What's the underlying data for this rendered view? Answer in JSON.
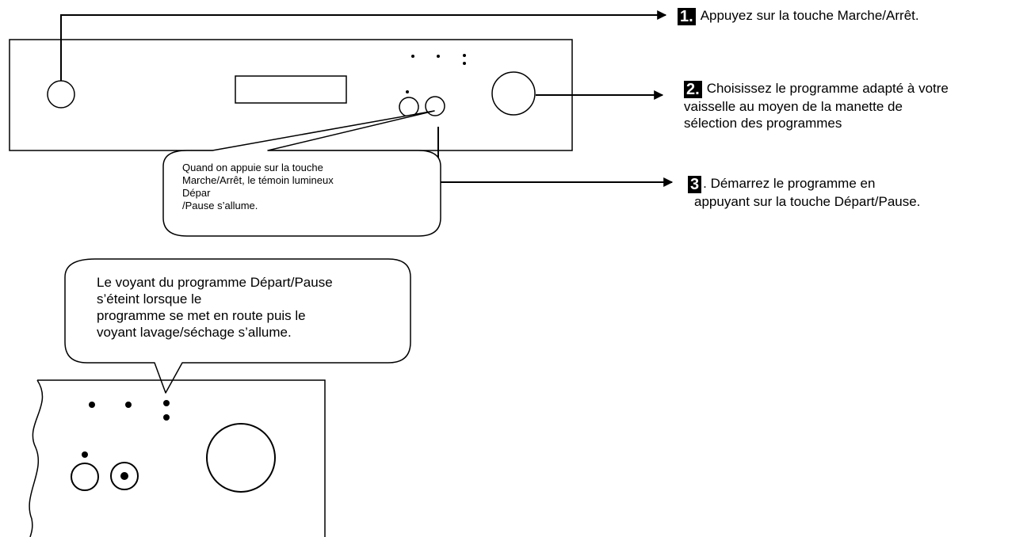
{
  "steps": [
    {
      "number": "1.",
      "lines": [
        "Appuyez sur la touche Marche/Arrêt."
      ]
    },
    {
      "number": "2.",
      "lines": [
        "Choisissez le programme adapté à votre",
        "vaisselle au moyen de la manette de",
        "sélection des programmes"
      ]
    },
    {
      "number": "3",
      "lines": [
        ". Démarrez le programme en",
        "appuyant sur la touche Départ/Pause."
      ]
    }
  ],
  "callouts": {
    "start_light": [
      "Quand on appuie sur la touche",
      "Marche/Arrêt, le témoin lumineux",
      "Dépar",
      "/Pause s’allume."
    ],
    "program_light": [
      "Le voyant du programme Départ/Pause",
      "s’éteint lorsque le",
      "programme se met en route puis le",
      "voyant lavage/séchage s’allume."
    ]
  }
}
